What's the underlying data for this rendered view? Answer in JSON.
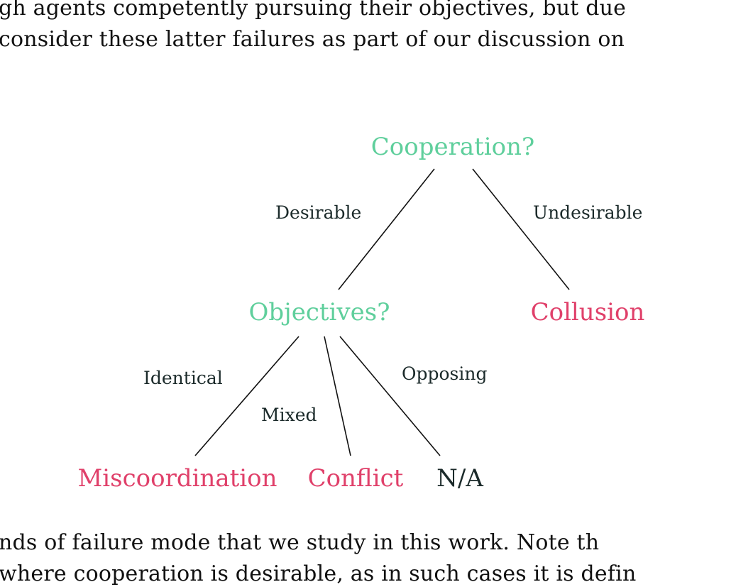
{
  "text": {
    "top_line_1": "gh agents competently pursuing their objectives, but due",
    "top_line_2": "consider these latter failures as part of our discussion on",
    "bottom_line_1": "nds of failure mode that we study in this work.  Note th",
    "bottom_line_2": "where cooperation is desirable, as in such cases it is defin"
  },
  "figure": {
    "nodes": {
      "cooperation": "Cooperation?",
      "objectives": "Objectives?",
      "collusion": "Collusion",
      "miscoordination": "Miscoordination",
      "conflict": "Conflict",
      "na": "N/A"
    },
    "edge_labels": {
      "desirable": "Desirable",
      "undesirable": "Undesirable",
      "identical": "Identical",
      "mixed": "Mixed",
      "opposing": "Opposing"
    },
    "colors": {
      "question_node": "#5fcf9c",
      "failure_node": "#e0406a",
      "neutral_node": "#1b2a2a",
      "edge": "#111111"
    }
  }
}
